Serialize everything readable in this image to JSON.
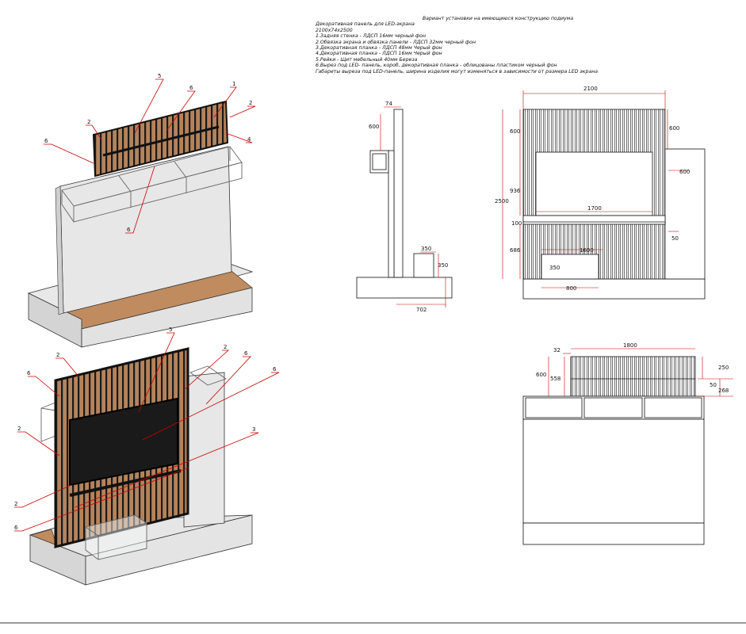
{
  "notes": {
    "title": "Вариант установки на имеющиюся конструкцию подиума",
    "lines": [
      "Декоративная панель для LED-экрана",
      "2100х74х2500",
      "1.Задняя стенка - ЛДСП 16мм черный фон",
      "2.Обвязка экрана и обвязка панели - ЛДСП 32мм черный фон",
      "3.Декоративная планка - ЛДСП 48мм Черый фон",
      "4.Декоративная планка - ЛДСП 16мм Черый фон",
      "5.Рейки - Щит мебельный 40мм Береза",
      "6.Вырез под LED- панель, короб, декоративная планка - облицованы пластиком черный фон",
      "Габариты выреза под LED-панель, ширина изделия могут изменяться в зависимости от размера LED экрана"
    ]
  },
  "iso_top": {
    "callouts": [
      "5",
      "6",
      "1",
      "2",
      "2",
      "4",
      "6",
      "6"
    ]
  },
  "iso_bottom": {
    "callouts": [
      "5",
      "2",
      "2",
      "6",
      "6",
      "6",
      "2",
      "3",
      "2",
      "6"
    ]
  },
  "side_view": {
    "dims": [
      "74",
      "600",
      "350",
      "350",
      "702"
    ]
  },
  "front_view": {
    "dims": [
      "2100",
      "600",
      "600",
      "600",
      "936",
      "2500",
      "1700",
      "100",
      "50",
      "686",
      "1600",
      "350",
      "800"
    ]
  },
  "top_view": {
    "dims": [
      "32",
      "1800",
      "600",
      "558",
      "250",
      "50",
      "268"
    ]
  },
  "colors": {
    "wood": "#b5835a",
    "panel": "#1a1a1a",
    "wall": "#e7e7e7",
    "leader": "#cc0000",
    "line": "#111111"
  }
}
